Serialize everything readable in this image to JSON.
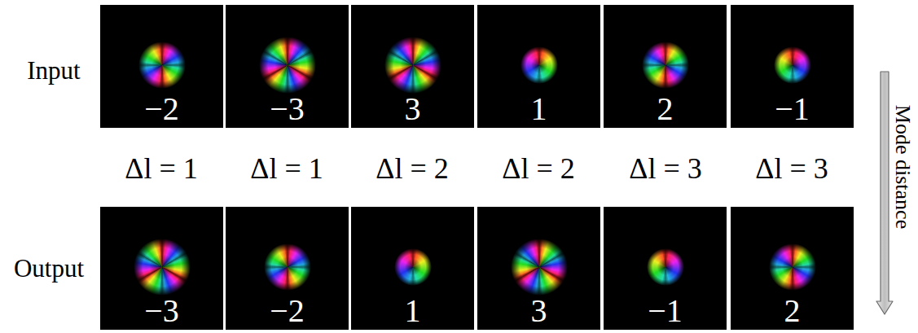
{
  "diagram": {
    "nodes": [
      {
        "text": [
          "−2"
        ]
      },
      {
        "text": [
          "−3"
        ]
      },
      {
        "text": [
          "3"
        ]
      },
      {
        "text": [
          "1"
        ]
      },
      {
        "text": [
          "2"
        ]
      },
      {
        "text": [
          "−1"
        ]
      },
      {
        "text": [
          "−3"
        ]
      },
      {
        "text": [
          "−2"
        ]
      },
      {
        "text": [
          "1"
        ]
      },
      {
        "text": [
          "3"
        ]
      },
      {
        "text": [
          "−1"
        ]
      },
      {
        "text": [
          "2"
        ]
      }
    ],
    "labels": [
      "Input",
      "Δl = 1",
      "Δl = 1",
      "Δl = 2",
      "Δl = 2",
      "Δl = 3",
      "Δl = 3",
      "Mode distance",
      "Output"
    ]
  }
}
